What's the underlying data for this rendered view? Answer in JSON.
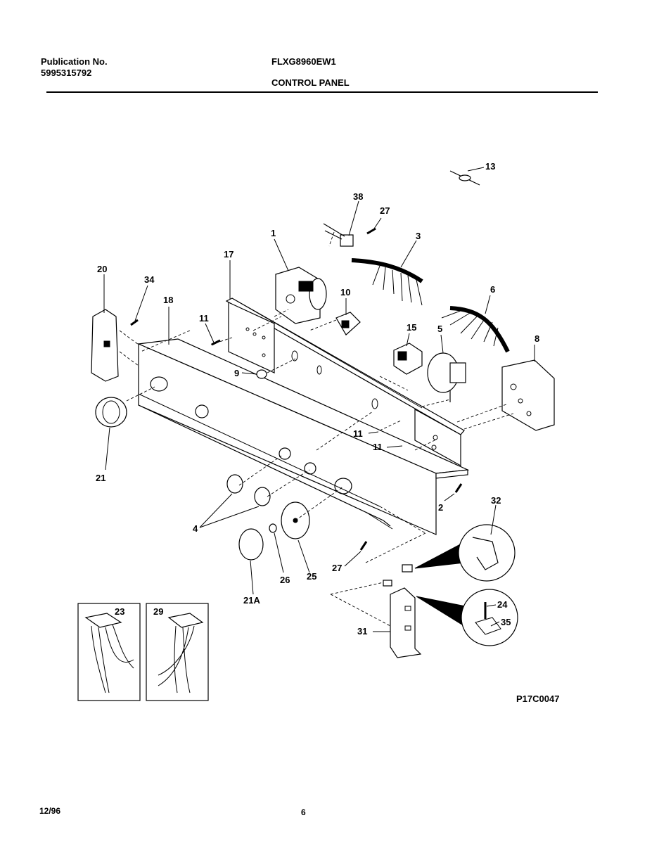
{
  "header": {
    "publication_label": "Publication No.",
    "publication_number": "5995315792",
    "model": "FLXG8960EW1",
    "section_title": "CONTROL PANEL"
  },
  "callouts": {
    "c1": "1",
    "c2": "2",
    "c3": "3",
    "c4": "4",
    "c5": "5",
    "c6": "6",
    "c8": "8",
    "c9": "9",
    "c10": "10",
    "c11a": "11",
    "c11b": "11",
    "c11c": "11",
    "c13": "13",
    "c15": "15",
    "c17": "17",
    "c18": "18",
    "c20": "20",
    "c21": "21",
    "c21a": "21A",
    "c23": "23",
    "c24": "24",
    "c25": "25",
    "c26": "26",
    "c27a": "27",
    "c27b": "27",
    "c29": "29",
    "c31": "31",
    "c32": "32",
    "c34": "34",
    "c35": "35",
    "c38": "38"
  },
  "figure_code": "P17C0047",
  "footer": {
    "date": "12/96",
    "page_number": "6"
  }
}
